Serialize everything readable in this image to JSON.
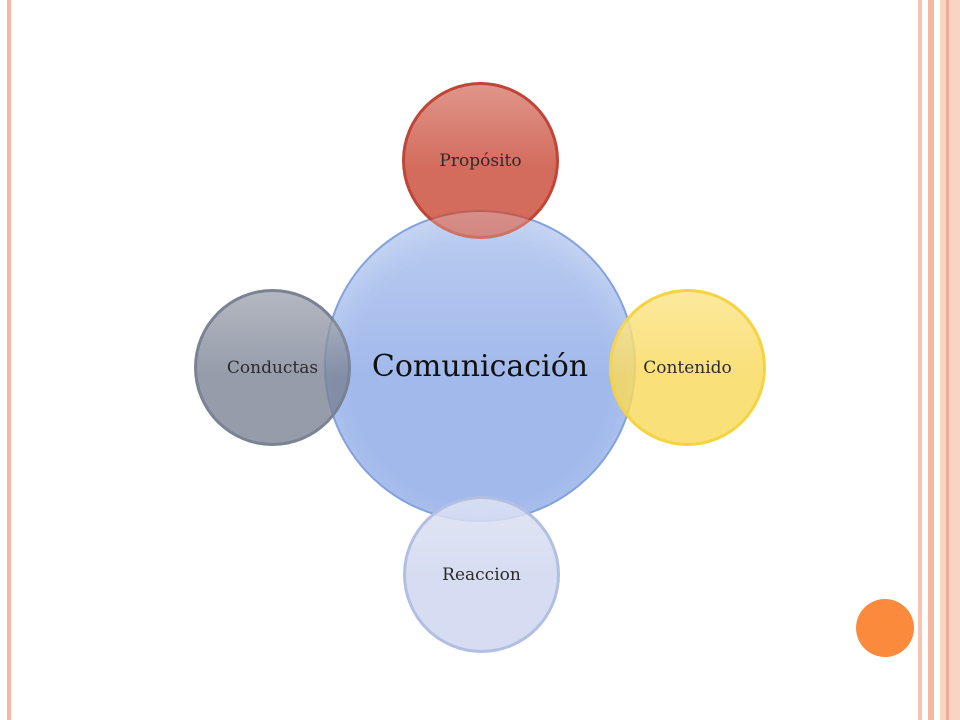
{
  "diagram": {
    "center_label": "Comunicación",
    "nodes": {
      "top": "Propósito",
      "right": "Contenido",
      "bottom": "Reaccion",
      "left": "Conductas"
    }
  }
}
